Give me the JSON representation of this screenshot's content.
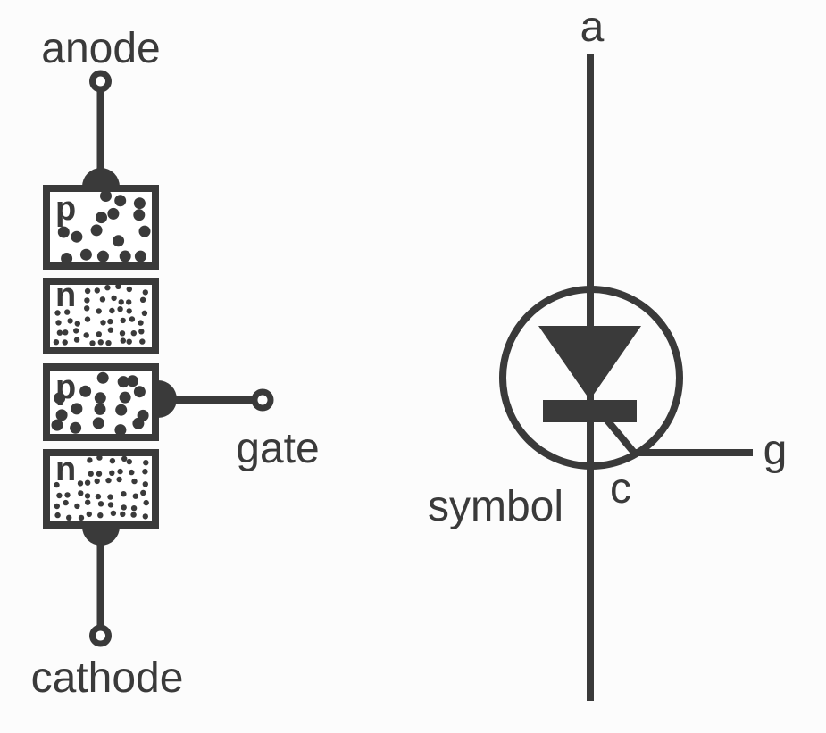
{
  "colors": {
    "ink": "#3a3a3a",
    "background": "#fcfcfc"
  },
  "structure": {
    "anode_label": "anode",
    "cathode_label": "cathode",
    "gate_label": "gate",
    "layers": [
      {
        "label": "p",
        "doping": "coarse-dots"
      },
      {
        "label": "n",
        "doping": "fine-dots"
      },
      {
        "label": "p",
        "doping": "coarse-dots"
      },
      {
        "label": "n",
        "doping": "fine-dots"
      }
    ]
  },
  "symbol": {
    "caption": "symbol",
    "anode_label": "a",
    "gate_label": "g",
    "cathode_label": "c"
  }
}
